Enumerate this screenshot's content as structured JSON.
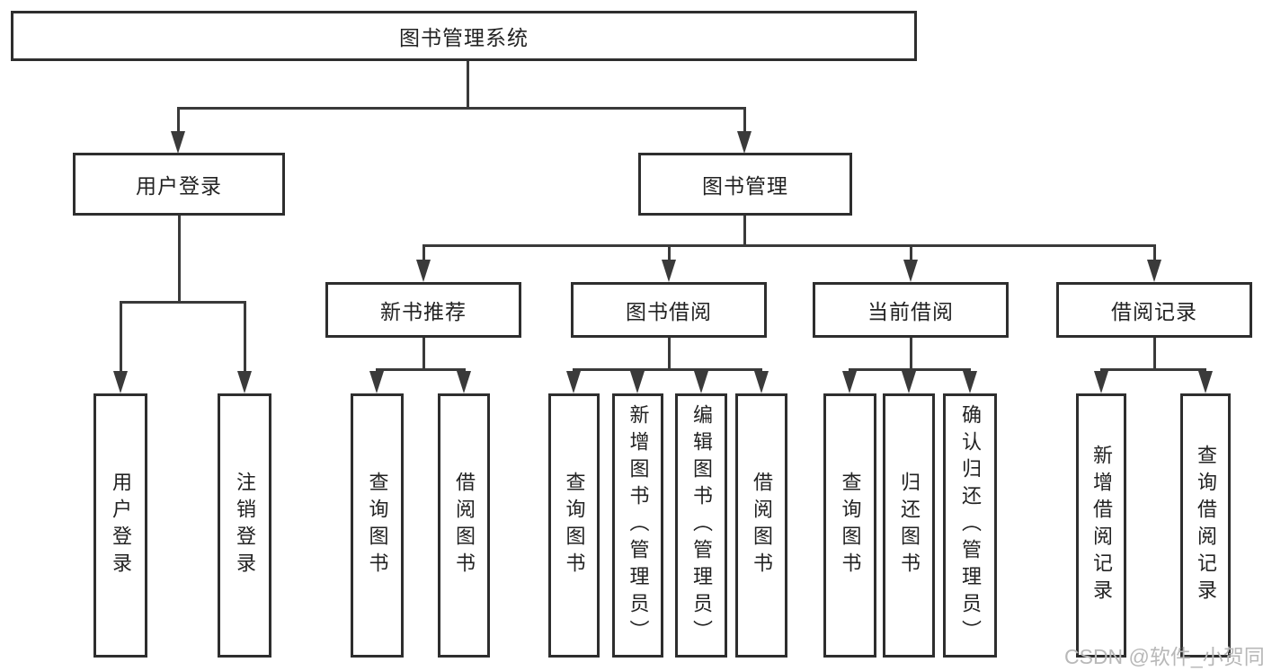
{
  "diagram": {
    "root": "图书管理系统",
    "branches": [
      {
        "label": "用户登录",
        "children": [
          "用户登录",
          "注销登录"
        ]
      },
      {
        "label": "图书管理",
        "children": [
          {
            "label": "新书推荐",
            "children": [
              "查询图书",
              "借阅图书"
            ]
          },
          {
            "label": "图书借阅",
            "children": [
              "查询图书",
              "新增图书（管理员）",
              "编辑图书（管理员）",
              "借阅图书"
            ]
          },
          {
            "label": "当前借阅",
            "children": [
              "查询图书",
              "归还图书",
              "确认归还（管理员）"
            ]
          },
          {
            "label": "借阅记录",
            "children": [
              "新增借阅记录",
              "查询借阅记录"
            ]
          }
        ]
      }
    ]
  },
  "watermark": {
    "text": "CSDN @软件_小贺同学"
  },
  "colors": {
    "line": "#3a3a3a",
    "border": "#2e2e2e",
    "text": "#222222",
    "watermark": "#b8b8b8",
    "bg": "#ffffff"
  }
}
